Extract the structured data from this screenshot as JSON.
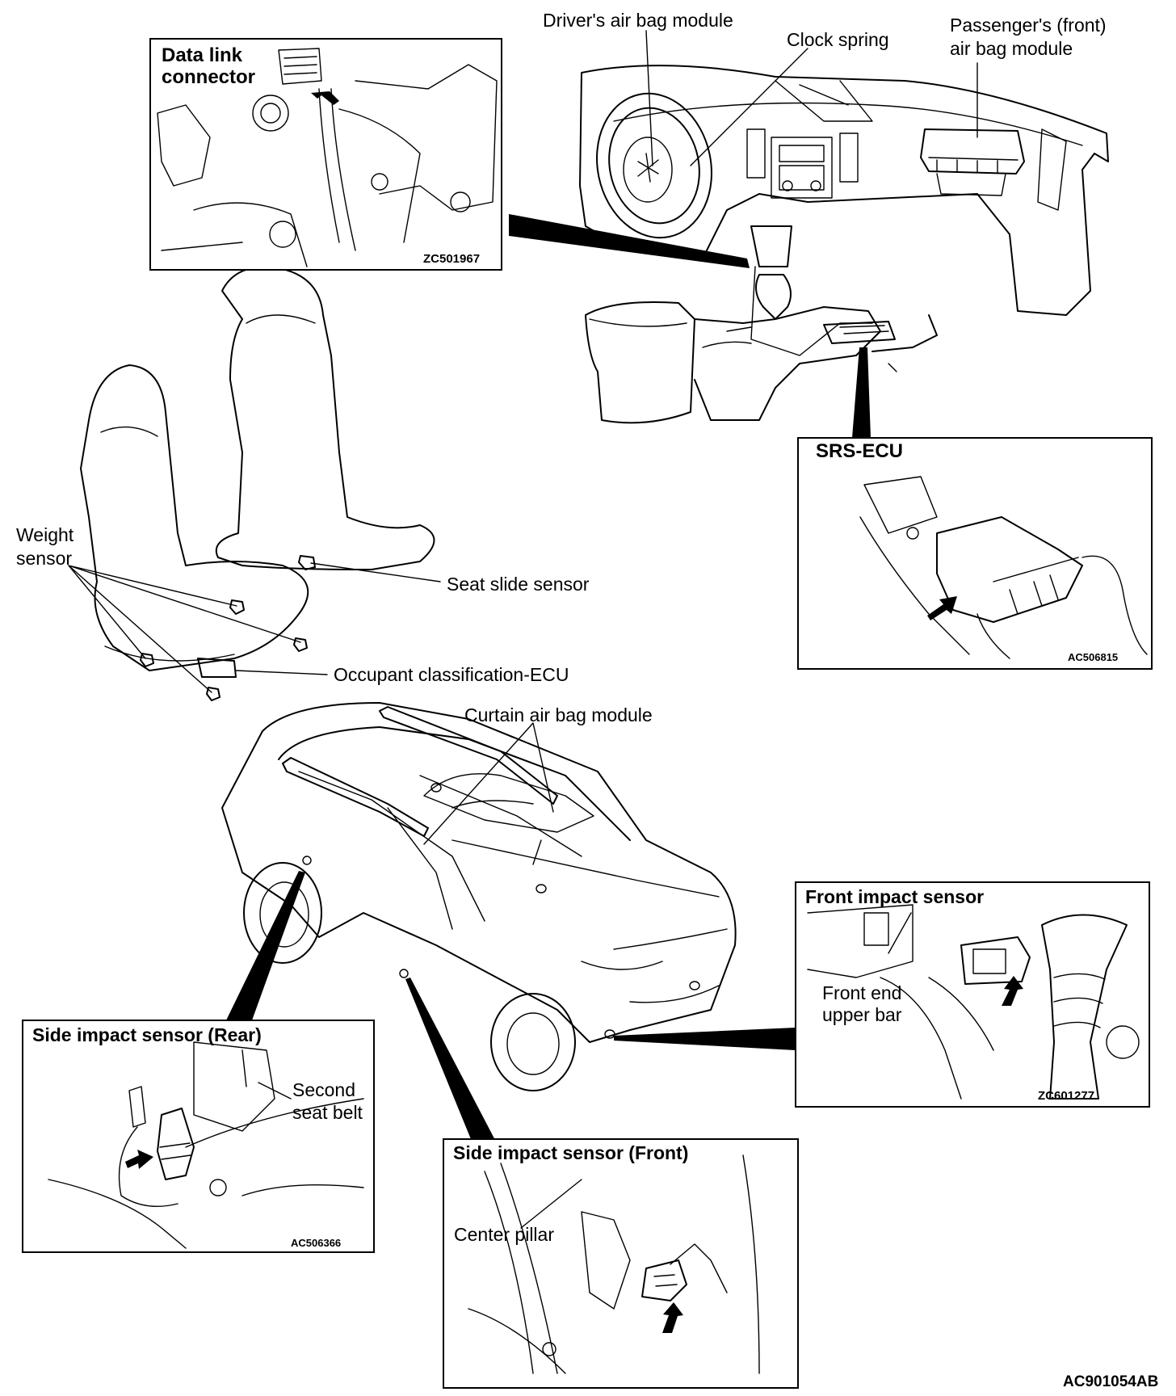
{
  "labels": {
    "drivers_airbag": "Driver's air bag module",
    "clock_spring": "Clock spring",
    "passenger_airbag_l1": "Passenger's (front)",
    "passenger_airbag_l2": "air bag module",
    "weight_sensor_l1": "Weight",
    "weight_sensor_l2": "sensor",
    "seat_slide_sensor": "Seat slide sensor",
    "occupant_ecu": "Occupant classification-ECU",
    "curtain_airbag": "Curtain air bag module"
  },
  "insets": {
    "dlc": {
      "title_l1": "Data link",
      "title_l2": "connector",
      "code": "ZC501967"
    },
    "srs": {
      "title": "SRS-ECU",
      "code": "AC506815"
    },
    "front_impact": {
      "title": "Front impact sensor",
      "label_l1": "Front end",
      "label_l2": "upper bar",
      "code": "ZC601277"
    },
    "side_rear": {
      "title": "Side impact sensor (Rear)",
      "label_l1": "Second",
      "label_l2": "seat belt",
      "code": "AC506366"
    },
    "side_front": {
      "title": "Side impact sensor (Front)",
      "label": "Center pillar"
    }
  },
  "figure_code": "AC901054AB"
}
